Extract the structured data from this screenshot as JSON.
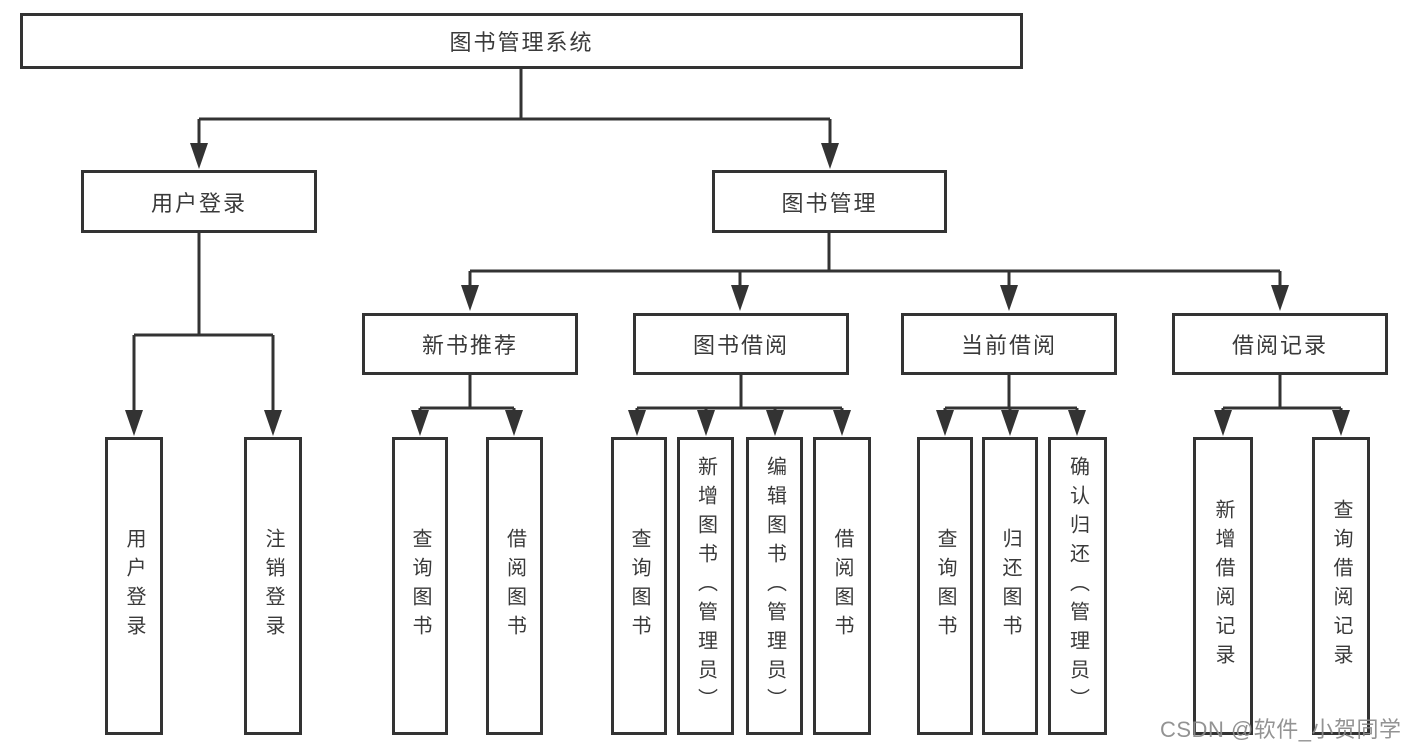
{
  "diagram": {
    "title": "图书管理系统",
    "nodes": {
      "root": "图书管理系统",
      "user_login": "用户登录",
      "book_mgmt": "图书管理",
      "new_book_rec": "新书推荐",
      "book_borrow": "图书借阅",
      "current_borrow": "当前借阅",
      "borrow_record": "借阅记录",
      "user_login_leaf": "用户登录",
      "logout_leaf": "注销登录",
      "query_books_1": "查询图书",
      "borrow_books_1": "借阅图书",
      "query_books_2": "查询图书",
      "add_books_admin": "新增图书（管理员）",
      "edit_books_admin": "编辑图书（管理员）",
      "borrow_books_2": "借阅图书",
      "query_books_3": "查询图书",
      "return_books": "归还图书",
      "confirm_return_admin": "确认归还（管理员）",
      "add_borrow_record": "新增借阅记录",
      "query_borrow_record": "查询借阅记录"
    },
    "colors": {
      "line": "#333333",
      "text": "#3a3a3a",
      "background": "#ffffff",
      "watermark": "#8a8a8a"
    },
    "watermark": "CSDN @软件_小贺同学"
  }
}
